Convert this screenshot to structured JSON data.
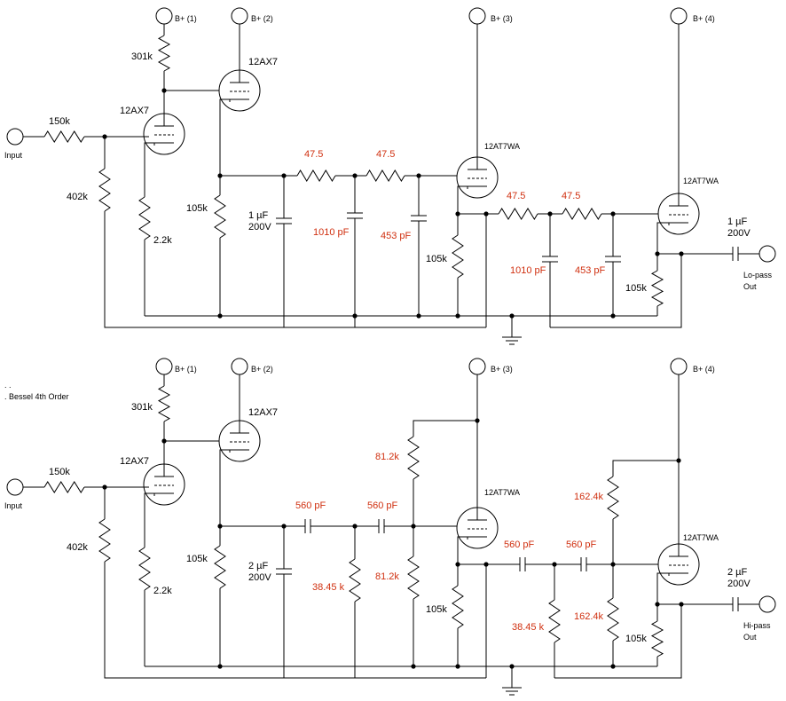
{
  "labels": {
    "bplus1": "B+ (1)",
    "bplus2": "B+ (2)",
    "bplus3": "B+ (3)",
    "bplus4": "B+ (4)",
    "input": "Input",
    "tube_12ax7": "12AX7",
    "tube_12at7wa": "12AT7WA",
    "r150k": "150k",
    "r301k": "301k",
    "r402k": "402k",
    "r2_2k": "2.2k",
    "r105k": "105k",
    "cap_out": "1µF\n200V",
    "bessel_note": ". .\n. Bessel 4th Order"
  },
  "lowpass": {
    "output_label": "Lo-pass\nOut",
    "coupling_cap": "1 µF\n200V",
    "r_filter_1": "47.5",
    "r_filter_2": "47.5",
    "r_filter_3": "47.5",
    "r_filter_4": "47.5",
    "c_shunt_1": "1010 pF",
    "c_shunt_2": "453 pF",
    "c_shunt_3": "1010 pF",
    "c_shunt_4": "453 pF",
    "c_out": "1 µF\n200V"
  },
  "highpass": {
    "output_label": "Hi-pass\nOut",
    "coupling_cap": "2 µF\n200V",
    "c_series_1": "560 pF",
    "c_series_2": "560 pF",
    "c_series_3": "560 pF",
    "c_series_4": "560 pF",
    "r_shunt_1": "38.45 k",
    "r_top_1": "81.2k",
    "r_bot_1": "81.2k",
    "r_shunt_2": "38.45 k",
    "r_top_2": "162.4k",
    "r_bot_2": "162.4k",
    "c_out": "2 µF\n200V"
  },
  "colors": {
    "wire": "#000000",
    "component_value": "#d03010"
  }
}
